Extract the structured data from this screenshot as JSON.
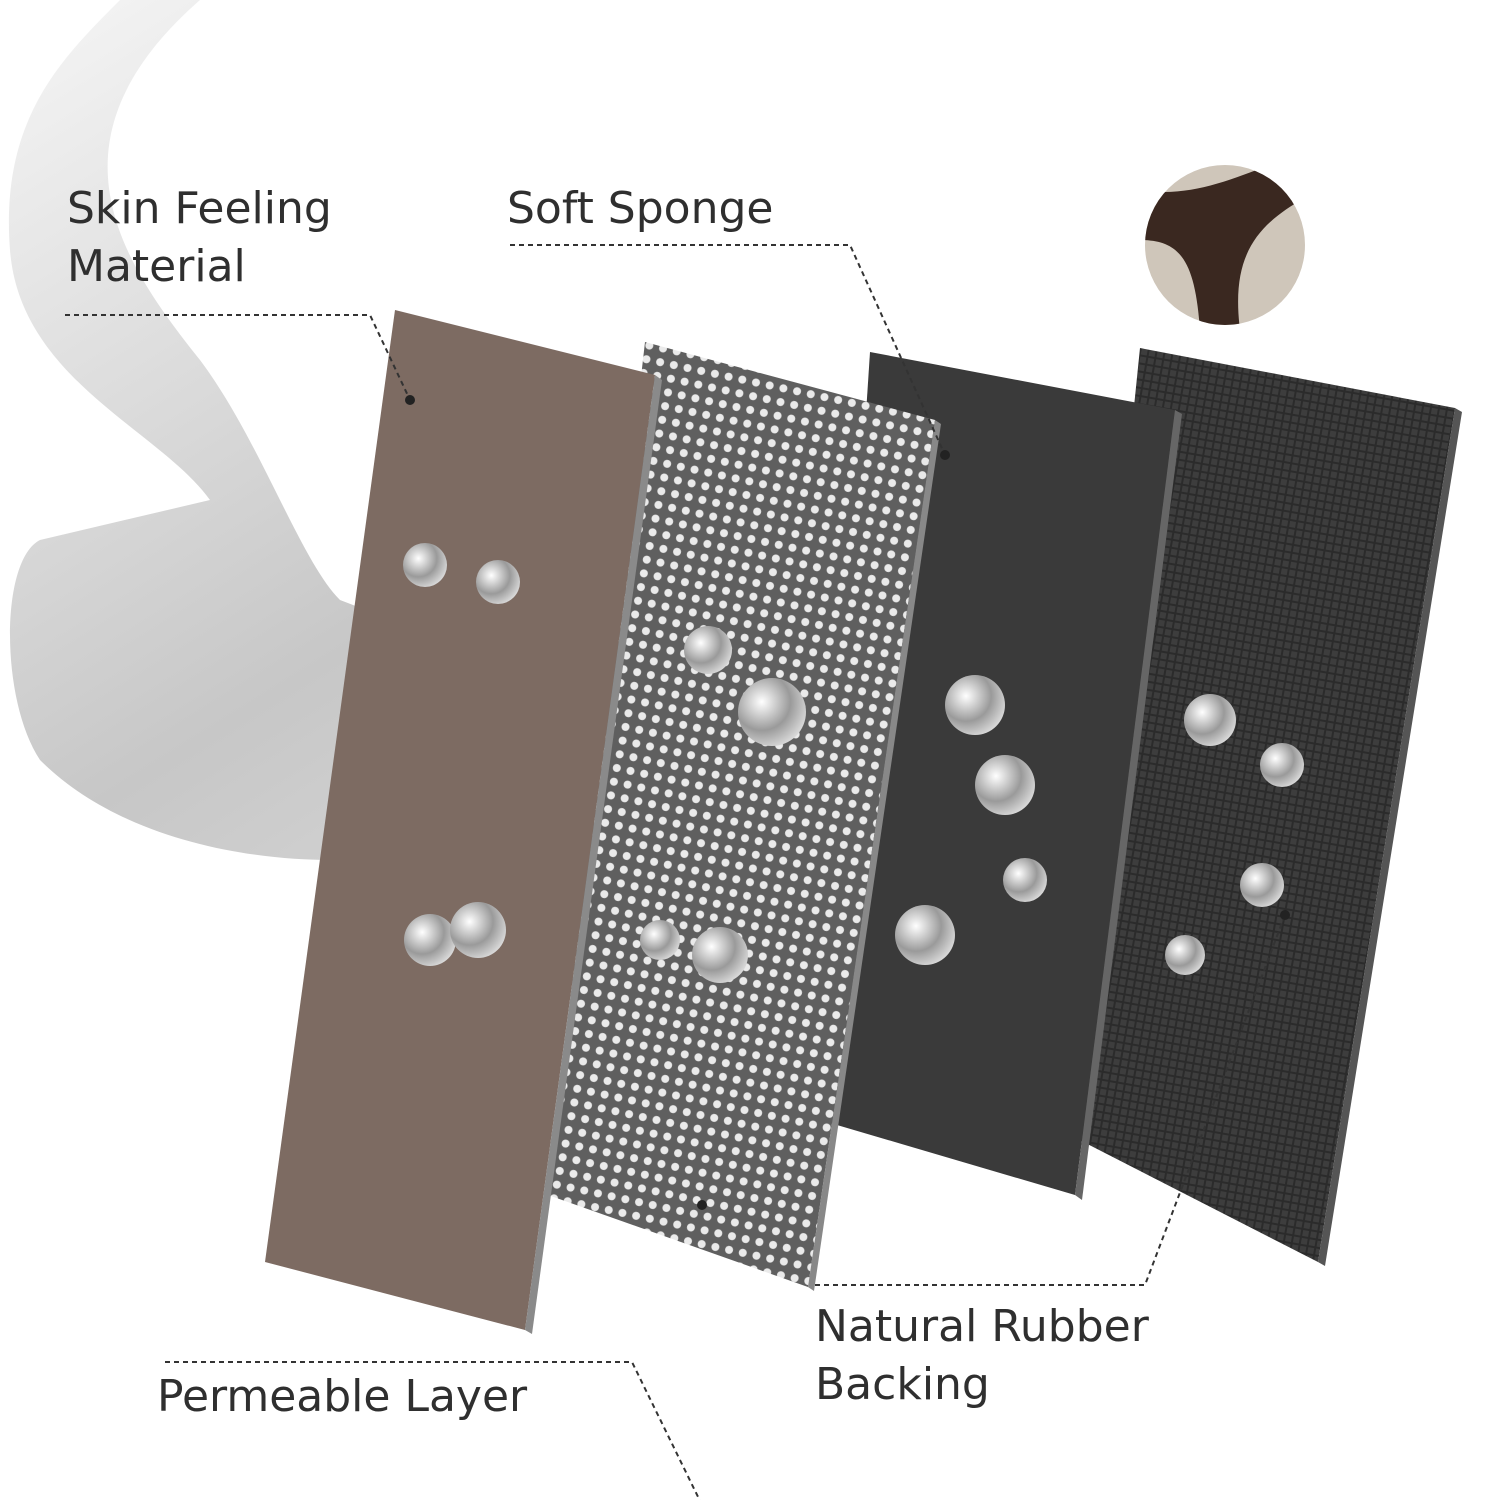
{
  "labels": {
    "skin_feeling_line1": "Skin Feeling",
    "skin_feeling_line2": "Material",
    "soft_sponge": "Soft Sponge",
    "permeable_layer": "Permeable Layer",
    "natural_rubber_line1": "Natural Rubber",
    "natural_rubber_line2": "Backing"
  },
  "colors": {
    "skin_layer": "#7d6b62",
    "permeable_layer": "#6b6b6b",
    "sponge_layer": "#3a3a3a",
    "rubber_layer": "#2e2e2e",
    "text": "#2f2f2f",
    "inset_bg": "#cfc6ba",
    "inset_material": "#3a2820"
  }
}
